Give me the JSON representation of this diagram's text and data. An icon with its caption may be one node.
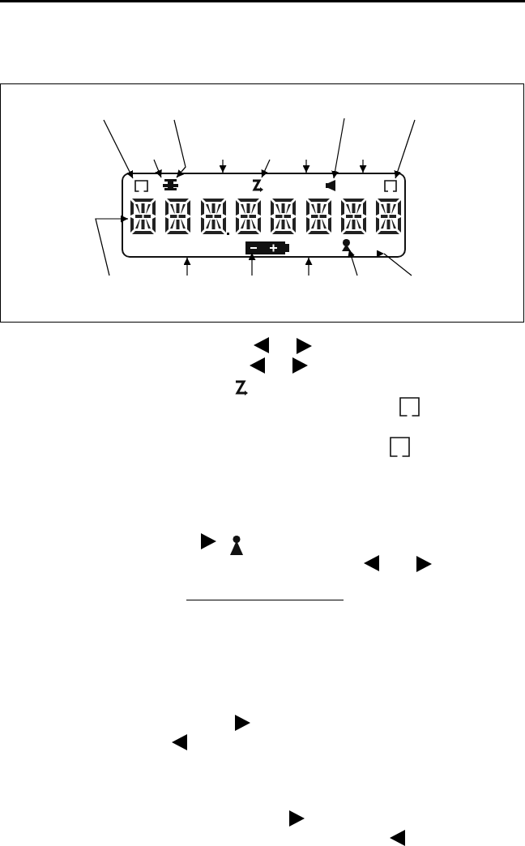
{
  "diagram": {
    "nodes": [
      {
        "text": [],
        "shape": "box"
      },
      {
        "text": [],
        "shape": "bracket",
        "in": 0
      },
      {
        "text": [],
        "shape": "icon",
        "in": 0
      },
      {
        "text": [],
        "shape": "letter",
        "in": 0
      },
      {
        "text": [],
        "shape": "speaker",
        "in": 0
      },
      {
        "text": [],
        "shape": "bracket",
        "in": 0
      },
      {
        "text": [],
        "shape": "digit",
        "in": 0
      },
      {
        "text": [],
        "shape": "battery",
        "in": 0
      },
      {
        "text": [],
        "shape": "person",
        "in": 0
      }
    ],
    "edges": [
      {
        "from": null,
        "to": 1,
        "arrow": "to"
      },
      {
        "from": null,
        "to": 2,
        "arrow": "to"
      },
      {
        "from": null,
        "to": 2,
        "arrow": "to"
      },
      {
        "from": null,
        "to": 0,
        "arrow": "to"
      },
      {
        "from": null,
        "to": 3,
        "arrow": "to"
      },
      {
        "from": null,
        "to": 0,
        "arrow": "to"
      },
      {
        "from": null,
        "to": 4,
        "arrow": "to"
      },
      {
        "from": null,
        "to": 0,
        "arrow": "to"
      },
      {
        "from": null,
        "to": 5,
        "arrow": "to"
      },
      {
        "from": null,
        "to": 6,
        "arrow": "to"
      },
      {
        "from": null,
        "to": 0,
        "arrow": "to"
      },
      {
        "from": null,
        "to": 7,
        "arrow": "to"
      },
      {
        "from": null,
        "to": 0,
        "arrow": "to"
      },
      {
        "from": null,
        "to": 8,
        "arrow": "to"
      },
      {
        "from": null,
        "to": 0,
        "arrow": "to"
      }
    ]
  }
}
